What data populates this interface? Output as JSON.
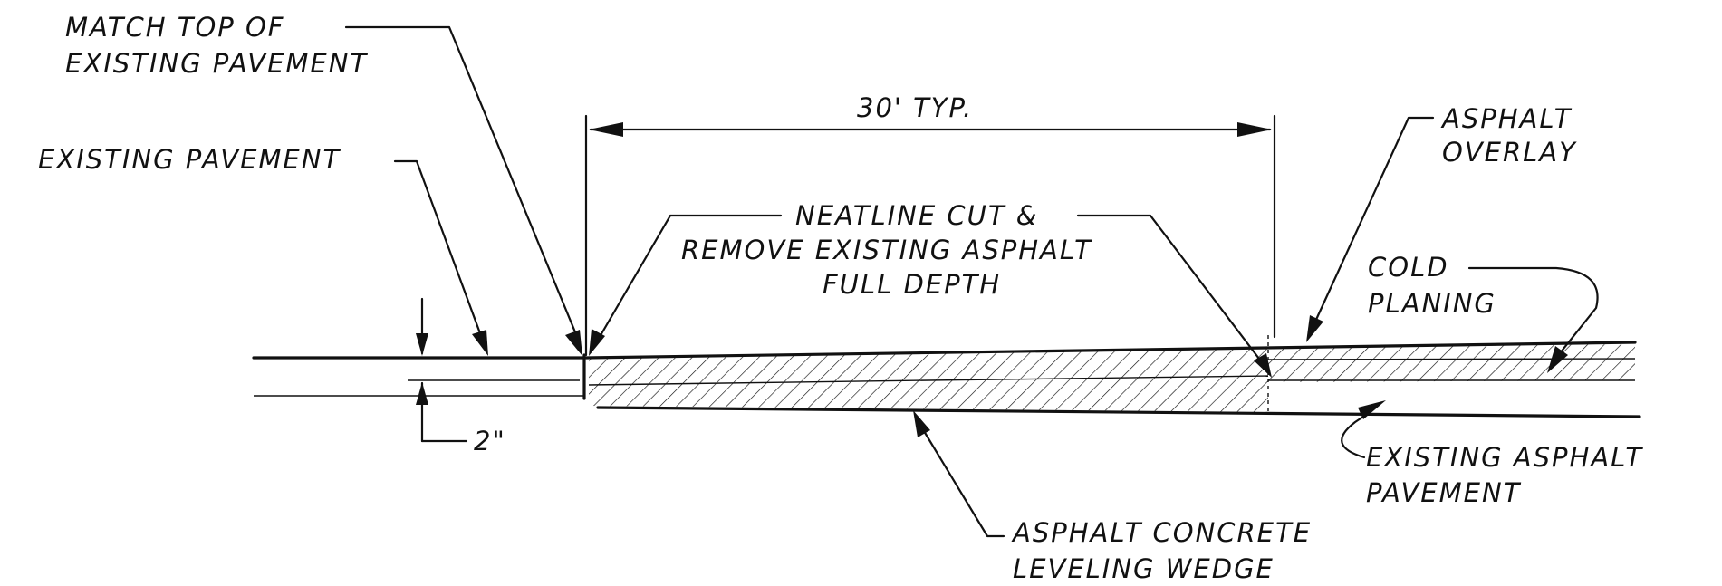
{
  "labels": {
    "match_top_line1": "MATCH TOP OF",
    "match_top_line2": "EXISTING PAVEMENT",
    "existing_pavement": "EXISTING PAVEMENT",
    "dimension_30": "30' TYP.",
    "neatline_line1": "NEATLINE CUT &",
    "neatline_line2": "REMOVE EXISTING ASPHALT",
    "neatline_line3": "FULL DEPTH",
    "asphalt_overlay_line1": "ASPHALT",
    "asphalt_overlay_line2": "OVERLAY",
    "cold_planing_line1": "COLD",
    "cold_planing_line2": "PLANING",
    "existing_asphalt_line1": "EXISTING ASPHALT",
    "existing_asphalt_line2": "PAVEMENT",
    "leveling_wedge_line1": "ASPHALT CONCRETE",
    "leveling_wedge_line2": "LEVELING WEDGE",
    "depth_dimension": "2\""
  },
  "colors": {
    "ink": "#111111",
    "paper": "#ffffff"
  }
}
